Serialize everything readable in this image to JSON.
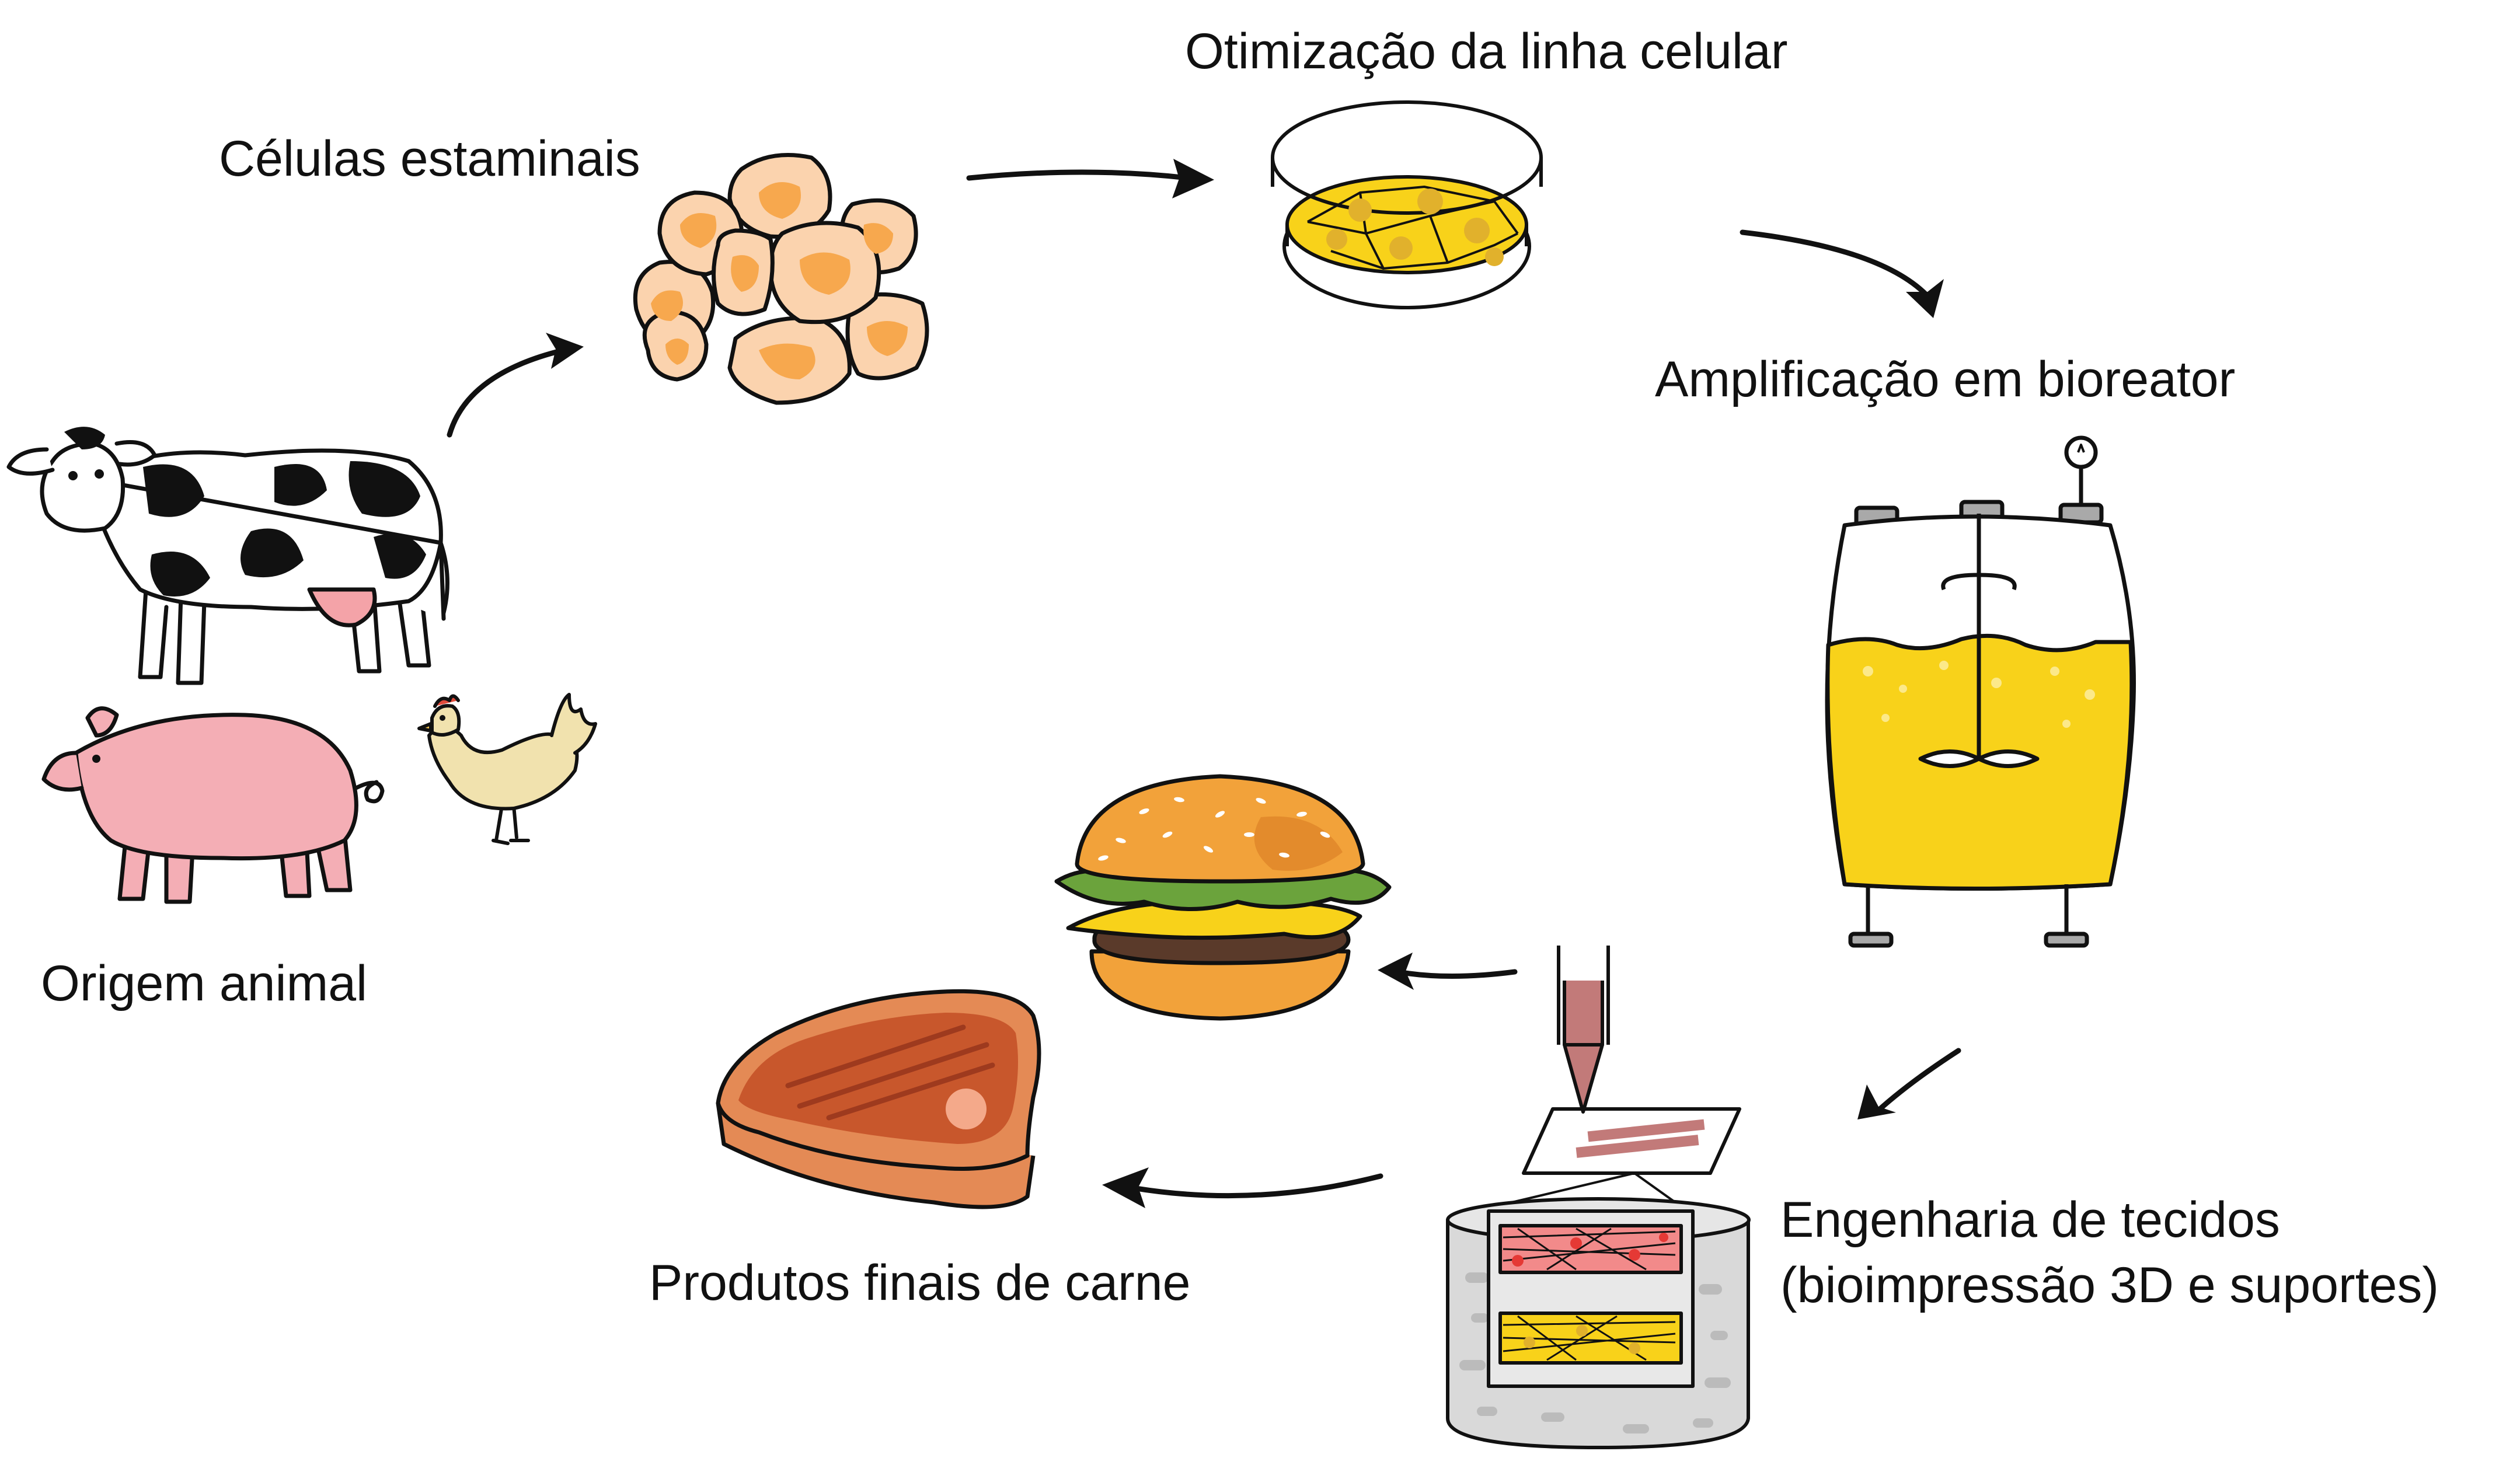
{
  "labels": {
    "stem_cells": "Células estaminais",
    "cell_line_optimization": "Otimização da linha celular",
    "bioreactor_amplification": "Amplificação em bioreator",
    "animal_origin": "Origem animal",
    "final_meat_products": "Produtos finais de carne",
    "tissue_engineering_line1": "Engenharia de tecidos",
    "tissue_engineering_line2": "(bioimpressão 3D e suportes)"
  },
  "colors": {
    "cell_fill": "#FBD3AE",
    "cell_nucleus": "#F7A84E",
    "medium_yellow": "#F8D21A",
    "pig_pink": "#F4AEB5",
    "meat_brown": "#C8572C",
    "bun_orange": "#F2A23A",
    "lettuce_green": "#6BA33C",
    "scaffold_gray": "#D9D9D9",
    "bioink_pink": "#C27A79",
    "arrow": "#111111"
  },
  "icons": [
    "cow-icon",
    "pig-icon",
    "chicken-icon",
    "stem-cells-icon",
    "petri-dish-icon",
    "bioreactor-icon",
    "bioprinter-icon",
    "scaffold-icon",
    "burger-icon",
    "steak-icon"
  ]
}
